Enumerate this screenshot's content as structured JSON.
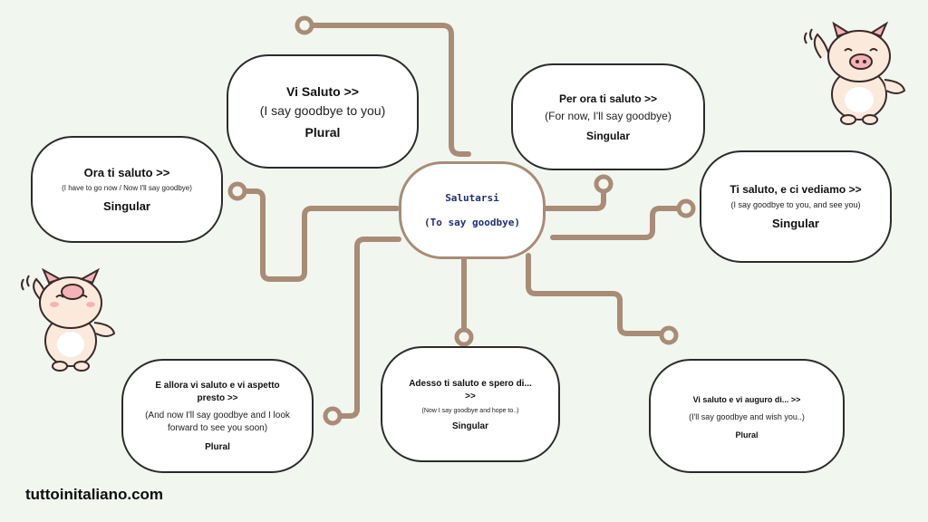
{
  "center": {
    "title": "Salutarsi",
    "subtitle": "(To say goodbye)"
  },
  "bubbles": [
    {
      "id": "vi-saluto",
      "title": "Vi Saluto >>",
      "translation": "(I say goodbye to you)",
      "number": "Plural"
    },
    {
      "id": "ora-ti-saluto",
      "title": "Ora ti saluto >>",
      "translation": "(I have to go now / Now I'll say goodbye)",
      "number": "Singular"
    },
    {
      "id": "per-ora-ti-saluto",
      "title": "Per ora ti saluto >>",
      "translation": "(For now, I'll say goodbye)",
      "number": "Singular"
    },
    {
      "id": "ti-saluto-ci-vediamo",
      "title": "Ti saluto, e ci vediamo >>",
      "translation": "(I say goodbye to you, and see you)",
      "number": "Singular"
    },
    {
      "id": "e-allora-vi-saluto",
      "title": "E allora vi saluto e vi aspetto presto >>",
      "translation": "(And now I'll say goodbye and I look forward to see you soon)",
      "number": "Plural"
    },
    {
      "id": "adesso-ti-saluto",
      "title": "Adesso ti saluto e spero di... >>",
      "translation": "(Now I say goodbye and hope to..)",
      "number": "Singular"
    },
    {
      "id": "vi-saluto-auguro",
      "title": "Vi saluto e vi auguro di... >>",
      "translation": "(I'll say goodbye and wish you..)",
      "number": "Plural"
    }
  ],
  "footer": {
    "website": "tuttoinitaliano.com"
  },
  "colors": {
    "connector": "#a88c76",
    "background": "#f1f6ef",
    "pig_body": "#fbe9dc",
    "pig_pink": "#f5b3b8"
  }
}
